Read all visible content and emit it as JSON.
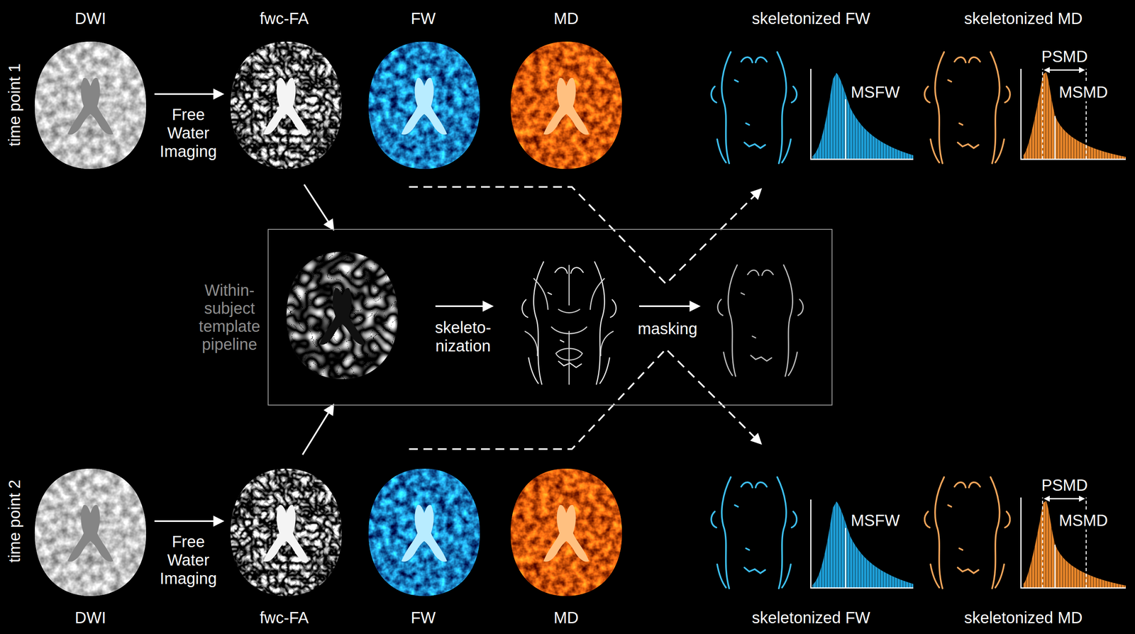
{
  "diagram": {
    "nodes": [
      {
        "text": [
          "DWI"
        ]
      },
      {
        "text": [
          "fwc-FA"
        ]
      },
      {
        "text": [
          "FW"
        ]
      },
      {
        "text": [
          "MD"
        ]
      },
      {
        "text": [
          "skeletonized FW"
        ]
      },
      {
        "text": [
          "skeletonized MD"
        ]
      },
      {
        "text": [
          "Within- subject template pipeline"
        ]
      },
      {
        "text": [
          "DWI"
        ]
      },
      {
        "text": [
          "fwc-FA"
        ]
      },
      {
        "text": [
          "FW"
        ]
      },
      {
        "text": [
          "MD"
        ]
      },
      {
        "text": [
          "skeletonized FW"
        ]
      },
      {
        "text": [
          "skeletonized MD"
        ]
      }
    ],
    "edges": [
      {
        "from": 0,
        "to": 1,
        "arrow": "to",
        "label": "Free Water Imaging"
      },
      {
        "from": 1,
        "to": 6,
        "arrow": "to"
      },
      {
        "from": 2,
        "to": 4,
        "arrow": "to"
      },
      {
        "from": 7,
        "to": 8,
        "arrow": "to",
        "label": "Free Water Imaging"
      },
      {
        "from": 8,
        "to": 6,
        "arrow": "to"
      },
      {
        "from": 9,
        "to": 11,
        "arrow": "to"
      }
    ],
    "labels": [
      "time point 1",
      "MSFW",
      "PSMD",
      "MSMD",
      "skeleto- nization",
      "masking",
      "time point 2",
      "MSFW",
      "PSMD",
      "MSMD"
    ]
  }
}
